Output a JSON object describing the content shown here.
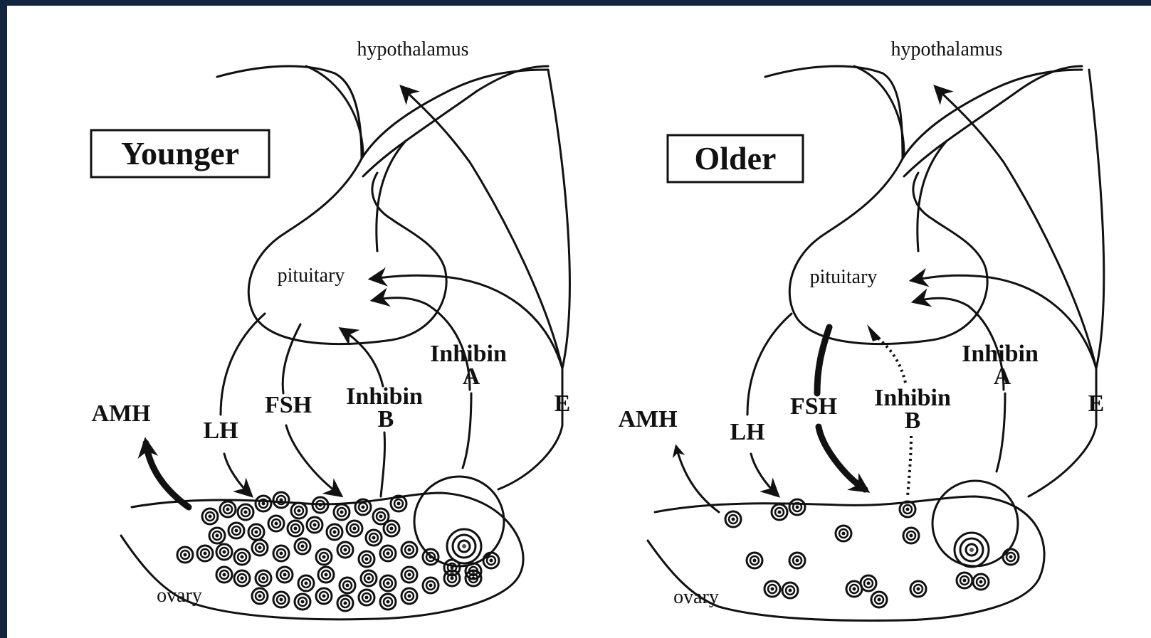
{
  "panels": [
    {
      "id": "younger",
      "title": "Younger",
      "labels": {
        "hypothalamus": "hypothalamus",
        "pituitary": "pituitary",
        "ovary": "ovary",
        "amh": "AMH",
        "lh": "LH",
        "fsh": "FSH",
        "inhibin_b_1": "Inhibin",
        "inhibin_b_2": "B",
        "inhibin_a_1": "Inhibin",
        "inhibin_a_2": "A",
        "e": "E"
      },
      "follicle_count": "many",
      "amh_arrow": "bold",
      "fsh_arrow": "normal",
      "inhibin_b_arrow": "solid"
    },
    {
      "id": "older",
      "title": "Older",
      "labels": {
        "hypothalamus": "hypothalamus",
        "pituitary": "pituitary",
        "ovary": "ovary",
        "amh": "AMH",
        "lh": "LH",
        "fsh": "FSH",
        "inhibin_b_1": "Inhibin",
        "inhibin_b_2": "B",
        "inhibin_a_1": "Inhibin",
        "inhibin_a_2": "A",
        "e": "E"
      },
      "follicle_count": "few",
      "amh_arrow": "thin",
      "fsh_arrow": "bold",
      "inhibin_b_arrow": "dotted"
    }
  ],
  "colors": {
    "frame_background": "#12263f",
    "canvas": "#ffffff",
    "ink": "#111111"
  }
}
